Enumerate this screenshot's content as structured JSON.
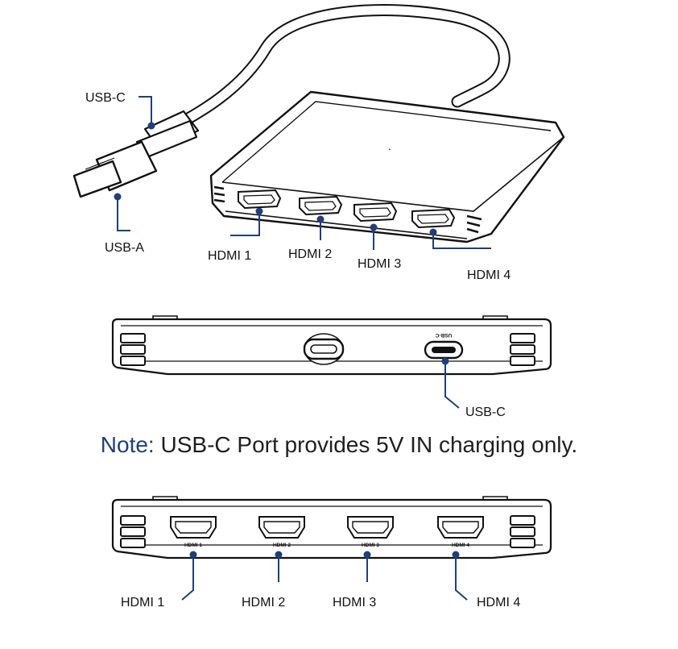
{
  "colors": {
    "leader": "#1f3f7a",
    "outline": "#111111",
    "note_key": "#1f3f7a"
  },
  "top_view": {
    "usb_c_label": "USB-C",
    "usb_a_label": "USB-A",
    "hdmi_labels": [
      "HDMI 1",
      "HDMI 2",
      "HDMI 3",
      "HDMI 4"
    ],
    "center_mark": "."
  },
  "side_view": {
    "port_print": "USB-C",
    "usb_c_label": "USB-C"
  },
  "note": {
    "key": "Note:",
    "text": " USB-C Port provides 5V IN charging only."
  },
  "front_view": {
    "port_prints": [
      "HDMI 1",
      "HDMI 2",
      "HDMI 3",
      "HDMI 4"
    ],
    "hdmi_labels": [
      "HDMI 1",
      "HDMI 2",
      "HDMI 3",
      "HDMI 4"
    ]
  }
}
